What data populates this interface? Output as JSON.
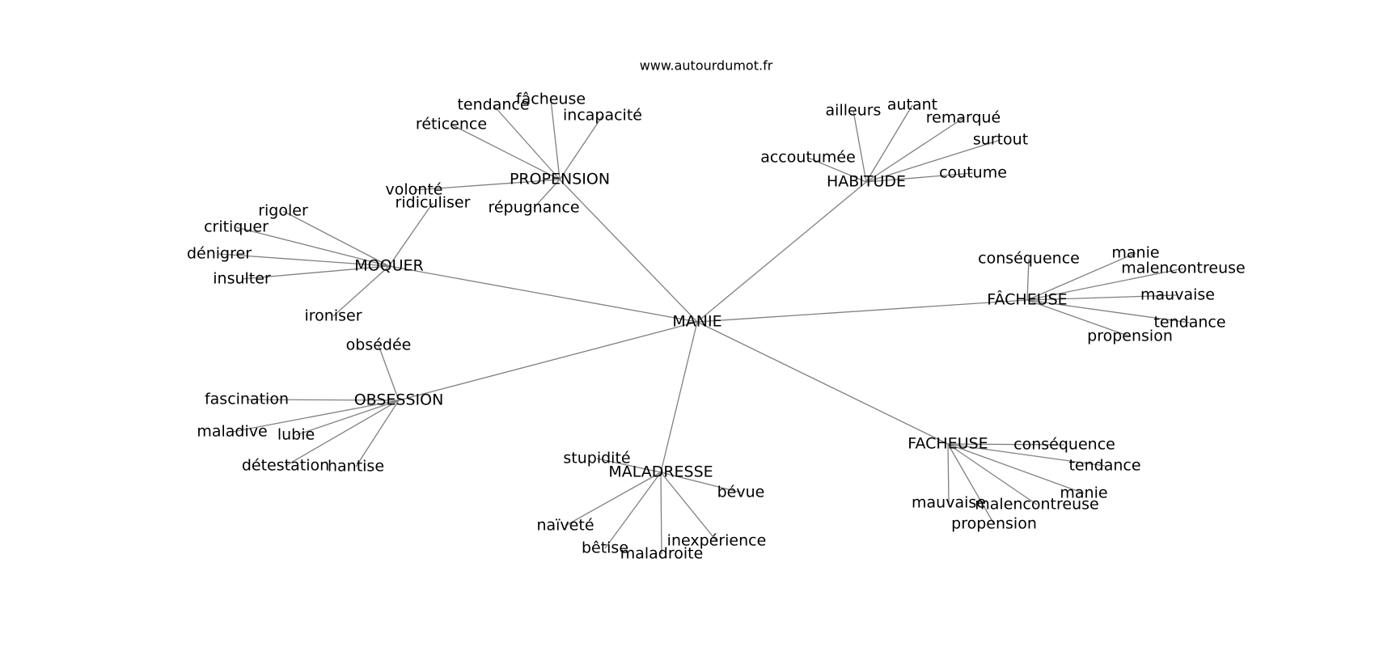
{
  "header": {
    "site": "www.autourdumot.fr"
  },
  "graph": {
    "nodes": [
      {
        "id": "manie",
        "label": "MANIE"
      },
      {
        "id": "propension",
        "label": "PROPENSION"
      },
      {
        "id": "habitude",
        "label": "HABITUDE"
      },
      {
        "id": "moquer",
        "label": "MOQUER"
      },
      {
        "id": "facheuse_accent",
        "label": "FÂCHEUSE"
      },
      {
        "id": "obsession",
        "label": "OBSESSION"
      },
      {
        "id": "maladresse",
        "label": "MALADRESSE"
      },
      {
        "id": "facheuse",
        "label": "FACHEUSE"
      },
      {
        "id": "prop_fachuse",
        "label": "fâcheuse"
      },
      {
        "id": "prop_tendance",
        "label": "tendance"
      },
      {
        "id": "prop_incapacite",
        "label": "incapacité"
      },
      {
        "id": "prop_reticence",
        "label": "réticence"
      },
      {
        "id": "prop_volonte",
        "label": "volonté"
      },
      {
        "id": "prop_repugnance",
        "label": "répugnance"
      },
      {
        "id": "hab_ailleurs",
        "label": "ailleurs"
      },
      {
        "id": "hab_autant",
        "label": "autant"
      },
      {
        "id": "hab_remarque",
        "label": "remarqué"
      },
      {
        "id": "hab_surtout",
        "label": "surtout"
      },
      {
        "id": "hab_accoutumee",
        "label": "accoutumée"
      },
      {
        "id": "hab_coutume",
        "label": "coutume"
      },
      {
        "id": "moq_rigoler",
        "label": "rigoler"
      },
      {
        "id": "moq_ridiculiser",
        "label": "ridiculiser"
      },
      {
        "id": "moq_critiquer",
        "label": "critiquer"
      },
      {
        "id": "moq_denigrer",
        "label": "dénigrer"
      },
      {
        "id": "moq_insulter",
        "label": "insulter"
      },
      {
        "id": "moq_ironiser",
        "label": "ironiser"
      },
      {
        "id": "fa_consequence",
        "label": "conséquence"
      },
      {
        "id": "fa_manie",
        "label": "manie"
      },
      {
        "id": "fa_malencontreuse",
        "label": "malencontreuse"
      },
      {
        "id": "fa_mauvaise",
        "label": "mauvaise"
      },
      {
        "id": "fa_tendance",
        "label": "tendance"
      },
      {
        "id": "fa_propension",
        "label": "propension"
      },
      {
        "id": "obs_obsedee",
        "label": "obsédée"
      },
      {
        "id": "obs_fascination",
        "label": "fascination"
      },
      {
        "id": "obs_maladive",
        "label": "maladive"
      },
      {
        "id": "obs_lubie",
        "label": "lubie"
      },
      {
        "id": "obs_detestation",
        "label": "détestation"
      },
      {
        "id": "obs_hantise",
        "label": "hantise"
      },
      {
        "id": "mal_stupidite",
        "label": "stupidité"
      },
      {
        "id": "mal_bevue",
        "label": "bévue"
      },
      {
        "id": "mal_naivete",
        "label": "naïveté"
      },
      {
        "id": "mal_betise",
        "label": "bêtise"
      },
      {
        "id": "mal_maladroite",
        "label": "maladroite"
      },
      {
        "id": "mal_inexperience",
        "label": "inexpérience"
      },
      {
        "id": "f_consequence",
        "label": "conséquence"
      },
      {
        "id": "f_tendance",
        "label": "tendance"
      },
      {
        "id": "f_manie",
        "label": "manie"
      },
      {
        "id": "f_malencontreuse",
        "label": "malencontreuse"
      },
      {
        "id": "f_mauvaise",
        "label": "mauvaise"
      },
      {
        "id": "f_propension",
        "label": "propension"
      }
    ],
    "edges": [
      [
        "manie",
        "propension"
      ],
      [
        "manie",
        "habitude"
      ],
      [
        "manie",
        "moquer"
      ],
      [
        "manie",
        "facheuse_accent"
      ],
      [
        "manie",
        "obsession"
      ],
      [
        "manie",
        "maladresse"
      ],
      [
        "manie",
        "facheuse"
      ],
      [
        "propension",
        "prop_fachuse"
      ],
      [
        "propension",
        "prop_tendance"
      ],
      [
        "propension",
        "prop_incapacite"
      ],
      [
        "propension",
        "prop_reticence"
      ],
      [
        "propension",
        "prop_volonte"
      ],
      [
        "propension",
        "prop_repugnance"
      ],
      [
        "habitude",
        "hab_ailleurs"
      ],
      [
        "habitude",
        "hab_autant"
      ],
      [
        "habitude",
        "hab_remarque"
      ],
      [
        "habitude",
        "hab_surtout"
      ],
      [
        "habitude",
        "hab_accoutumee"
      ],
      [
        "habitude",
        "hab_coutume"
      ],
      [
        "moquer",
        "moq_rigoler"
      ],
      [
        "moquer",
        "moq_ridiculiser"
      ],
      [
        "moquer",
        "moq_critiquer"
      ],
      [
        "moquer",
        "moq_denigrer"
      ],
      [
        "moquer",
        "moq_insulter"
      ],
      [
        "moquer",
        "moq_ironiser"
      ],
      [
        "facheuse_accent",
        "fa_consequence"
      ],
      [
        "facheuse_accent",
        "fa_manie"
      ],
      [
        "facheuse_accent",
        "fa_malencontreuse"
      ],
      [
        "facheuse_accent",
        "fa_mauvaise"
      ],
      [
        "facheuse_accent",
        "fa_tendance"
      ],
      [
        "facheuse_accent",
        "fa_propension"
      ],
      [
        "obsession",
        "obs_obsedee"
      ],
      [
        "obsession",
        "obs_fascination"
      ],
      [
        "obsession",
        "obs_maladive"
      ],
      [
        "obsession",
        "obs_lubie"
      ],
      [
        "obsession",
        "obs_detestation"
      ],
      [
        "obsession",
        "obs_hantise"
      ],
      [
        "maladresse",
        "mal_stupidite"
      ],
      [
        "maladresse",
        "mal_bevue"
      ],
      [
        "maladresse",
        "mal_naivete"
      ],
      [
        "maladresse",
        "mal_betise"
      ],
      [
        "maladresse",
        "mal_maladroite"
      ],
      [
        "maladresse",
        "mal_inexperience"
      ],
      [
        "facheuse",
        "f_consequence"
      ],
      [
        "facheuse",
        "f_tendance"
      ],
      [
        "facheuse",
        "f_manie"
      ],
      [
        "facheuse",
        "f_malencontreuse"
      ],
      [
        "facheuse",
        "f_mauvaise"
      ],
      [
        "facheuse",
        "f_propension"
      ]
    ]
  }
}
